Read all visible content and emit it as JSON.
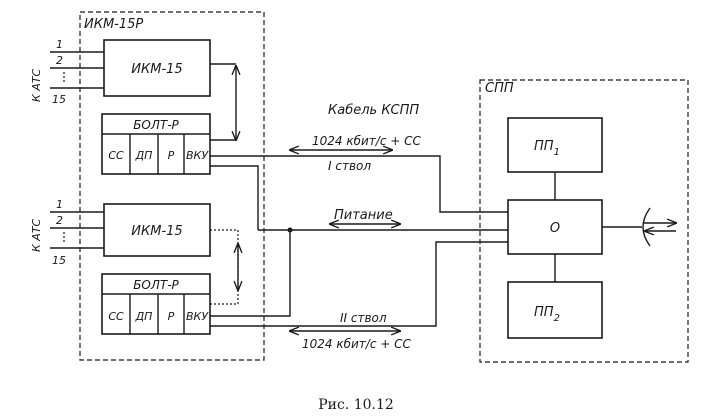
{
  "groups": {
    "ikm15r": "ИКМ-15Р",
    "spp": "СПП"
  },
  "upper": {
    "to_ats": "К АТС",
    "line_1": "1",
    "line_2": "2",
    "line_15": "15",
    "ikm": "ИКМ-15",
    "bolt": "БОЛТ-Р",
    "cells": [
      "СС",
      "ДП",
      "Р",
      "ВКУ"
    ]
  },
  "lower": {
    "to_ats": "К АТС",
    "line_1": "1",
    "line_2": "2",
    "line_15": "15",
    "ikm": "ИКМ-15",
    "bolt": "БОЛТ-Р",
    "cells": [
      "СС",
      "ДП",
      "Р",
      "ВКУ"
    ]
  },
  "spp_blocks": {
    "pp1_main": "ПП",
    "pp1_sub": "1",
    "o": "О",
    "pp2_main": "ПП",
    "pp2_sub": "2"
  },
  "links": {
    "cable": "Кабель КСПП",
    "rate_top": "1024 кбит/с + СС",
    "trunk_1": "I ствол",
    "power": "Питание",
    "trunk_2": "II ствол",
    "rate_bottom": "1024 кбит/с + СС"
  },
  "caption": "Рис. 10.12"
}
